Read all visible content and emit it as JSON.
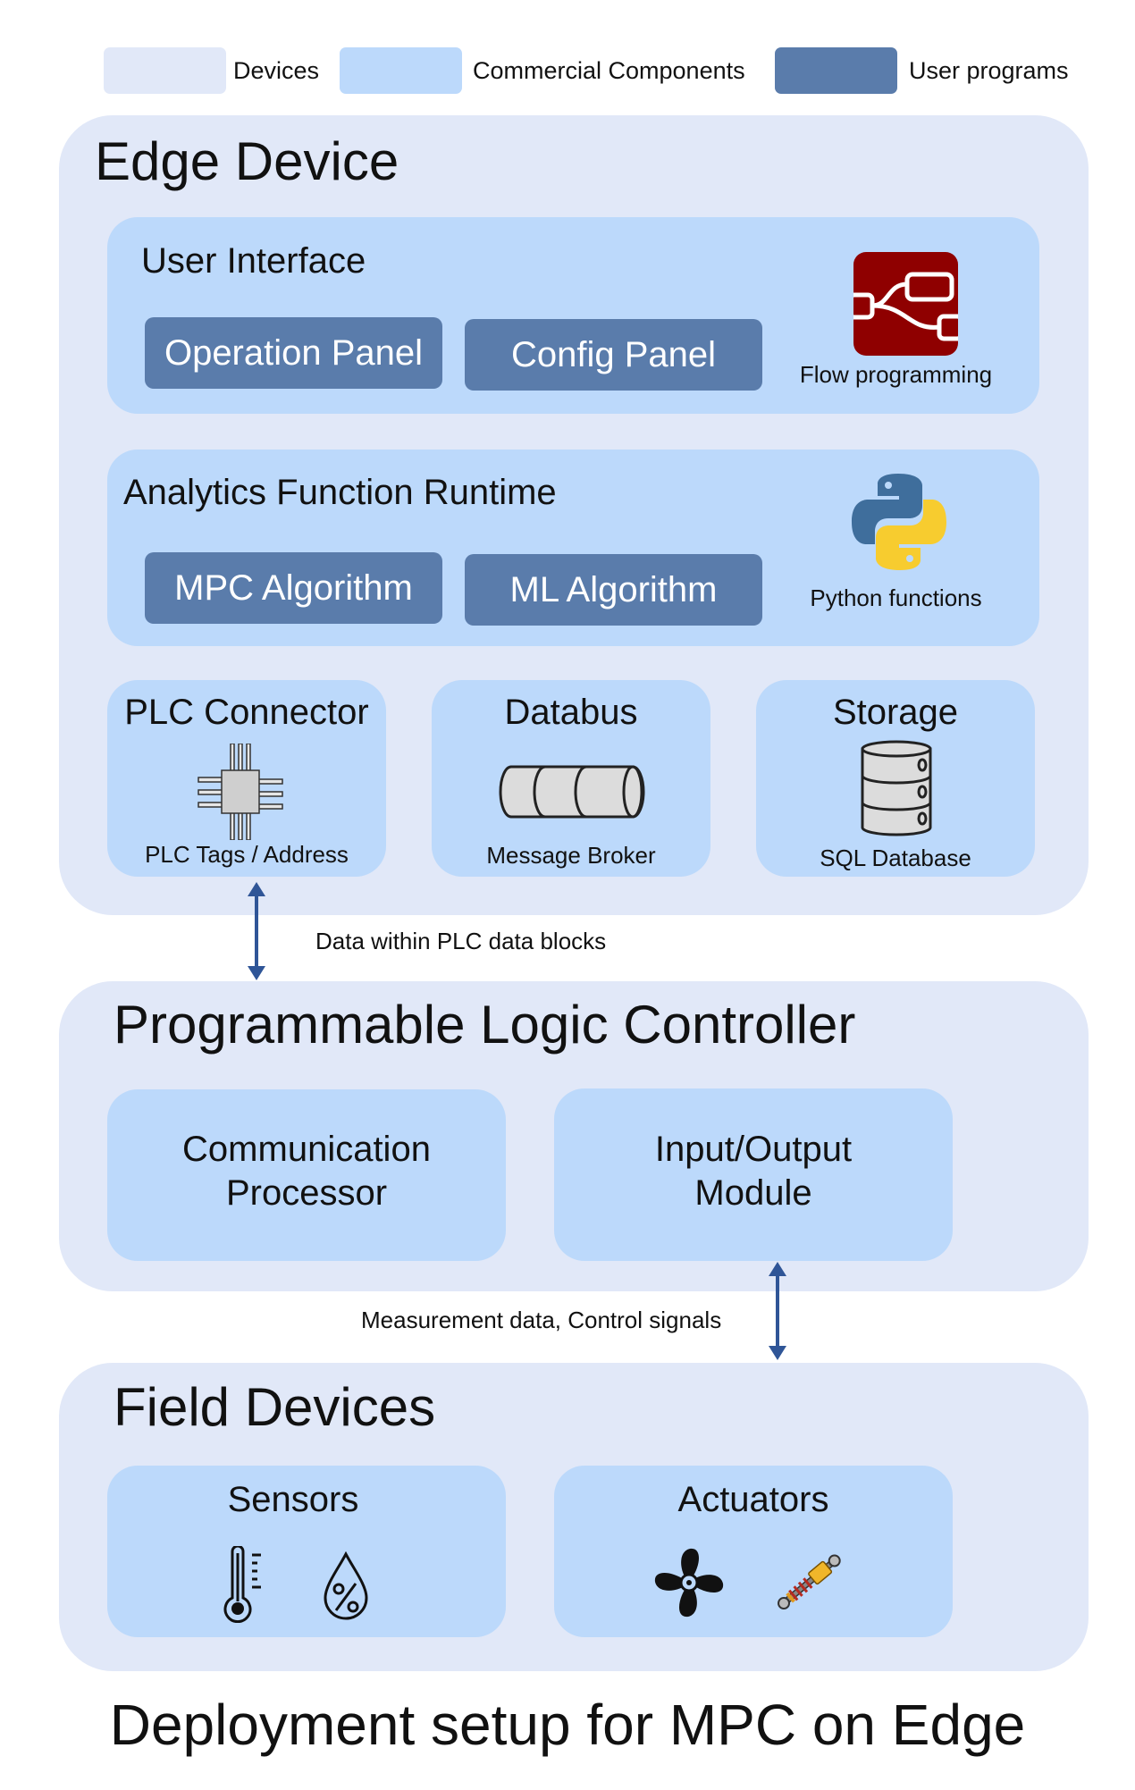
{
  "legend": [
    {
      "label": "Devices",
      "color": "#e1e8f8"
    },
    {
      "label": "Commercial Components",
      "color": "#bcd9fb"
    },
    {
      "label": "User programs",
      "color": "#5a7cab"
    }
  ],
  "edge_device": {
    "title": "Edge Device",
    "user_interface": {
      "title": "User Interface",
      "programs": [
        "Operation Panel",
        "Config Panel"
      ],
      "tool_icon": "node-red-flow-icon",
      "tool_caption": "Flow programming"
    },
    "analytics_runtime": {
      "title": "Analytics Function Runtime",
      "programs": [
        "MPC Algorithm",
        "ML Algorithm"
      ],
      "tool_icon": "python-logo-icon",
      "tool_caption": "Python functions"
    },
    "plc_connector": {
      "title": "PLC Connector",
      "icon": "chip-icon",
      "caption": "PLC Tags / Address"
    },
    "databus": {
      "title": "Databus",
      "icon": "message-queue-icon",
      "caption": "Message Broker"
    },
    "storage": {
      "title": "Storage",
      "icon": "database-icon",
      "caption": "SQL Database"
    }
  },
  "link_edge_plc": {
    "label": "Data within PLC data blocks",
    "direction": "bidirectional"
  },
  "plc": {
    "title": "Programmable Logic Controller",
    "modules": [
      {
        "line1": "Communication",
        "line2": "Processor"
      },
      {
        "line1": "Input/Output",
        "line2": "Module"
      }
    ]
  },
  "link_plc_field": {
    "label": "Measurement data, Control signals",
    "direction": "bidirectional"
  },
  "field_devices": {
    "title": "Field Devices",
    "sensors": {
      "title": "Sensors",
      "icons": [
        "thermometer-icon",
        "humidity-icon"
      ]
    },
    "actuators": {
      "title": "Actuators",
      "icons": [
        "fan-icon",
        "shock-absorber-icon"
      ]
    }
  },
  "caption": "Deployment setup for MPC on Edge",
  "colors": {
    "arrow": "#2f5597",
    "node_red": "#8f0000",
    "python_blue": "#3f6e9c",
    "python_yellow": "#f7cc2f"
  }
}
